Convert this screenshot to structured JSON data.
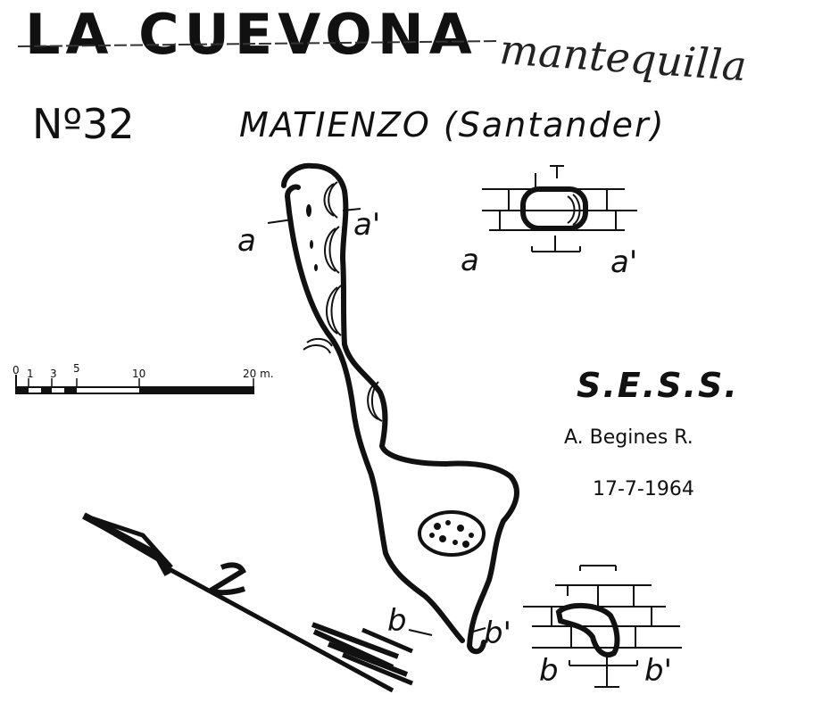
{
  "map": {
    "title": "LA CUEVONA",
    "handwritten_note": "mantequilla",
    "number": "Nº32",
    "location": "MATIENZO (Santander)",
    "organization": "S.E.S.S.",
    "author": "A. Begines R.",
    "date": "17-7-1964"
  },
  "scale_bar": {
    "ticks": [
      "0",
      "1",
      "3",
      "5",
      "10",
      "20 m."
    ]
  },
  "north_arrow": {
    "label": "N"
  },
  "sections": {
    "a_label_left": "a",
    "a_label_right": "a'",
    "b_label_left": "b",
    "b_label_right": "b'"
  },
  "colors": {
    "ink": "#111111",
    "paper": "#ffffff"
  }
}
